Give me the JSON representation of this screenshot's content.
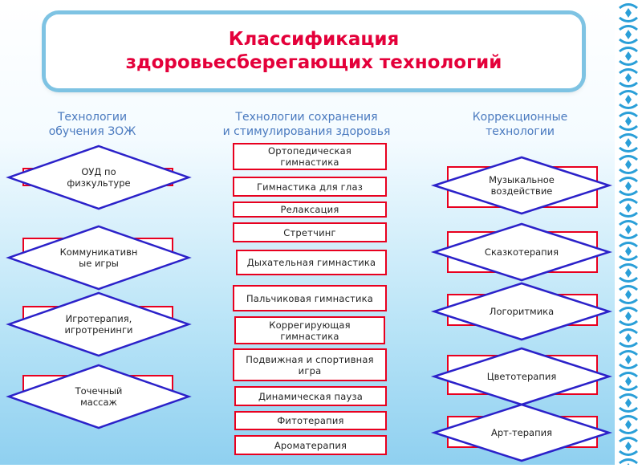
{
  "title": {
    "line1": "Классификация",
    "line2": "здоровьесберегающих технологий"
  },
  "columns": {
    "left": {
      "line1": "Технологии",
      "line2": "обучения ЗОЖ"
    },
    "center": {
      "line1": "Технологии сохранения",
      "line2": "и стимулирования здоровья"
    },
    "right": {
      "line1": "Коррекционные",
      "line2": "технологии"
    }
  },
  "left_items": [
    {
      "line1": "ОУД по",
      "line2": "физкультуре"
    },
    {
      "line1": "Коммуникативн",
      "line2": "ые игры"
    },
    {
      "line1": "Игротерапия,",
      "line2": "игротренинги"
    },
    {
      "line1": "Точечный",
      "line2": "массаж"
    }
  ],
  "center_items": [
    {
      "line1": "Ортопедическая",
      "line2": "гимнастика"
    },
    {
      "line1": "Гимнастика для глаз",
      "line2": ""
    },
    {
      "line1": "Релаксация",
      "line2": ""
    },
    {
      "line1": "Стретчинг",
      "line2": ""
    },
    {
      "line1": "Дыхательная гимнастика",
      "line2": ""
    },
    {
      "line1": "Пальчиковая  гимнастика",
      "line2": ""
    },
    {
      "line1": "Коррегирующая",
      "line2": "гимнастика"
    },
    {
      "line1": "Подвижная и спортивная",
      "line2": "игра"
    },
    {
      "line1": "Динамическая пауза",
      "line2": ""
    },
    {
      "line1": "Фитотерапия",
      "line2": ""
    },
    {
      "line1": "Ароматерапия",
      "line2": ""
    }
  ],
  "right_items": [
    {
      "line1": "Музыкальное",
      "line2": "воздействие"
    },
    {
      "line1": "Сказкотерапия",
      "line2": ""
    },
    {
      "line1": "Логоритмика",
      "line2": ""
    },
    {
      "line1": "Цветотерапия",
      "line2": ""
    },
    {
      "line1": "Арт-терапия",
      "line2": ""
    }
  ],
  "colors": {
    "title": "#e4003a",
    "heading": "#4a7abf",
    "box_border": "#e8001f",
    "diamond_border": "#2b21c9"
  }
}
